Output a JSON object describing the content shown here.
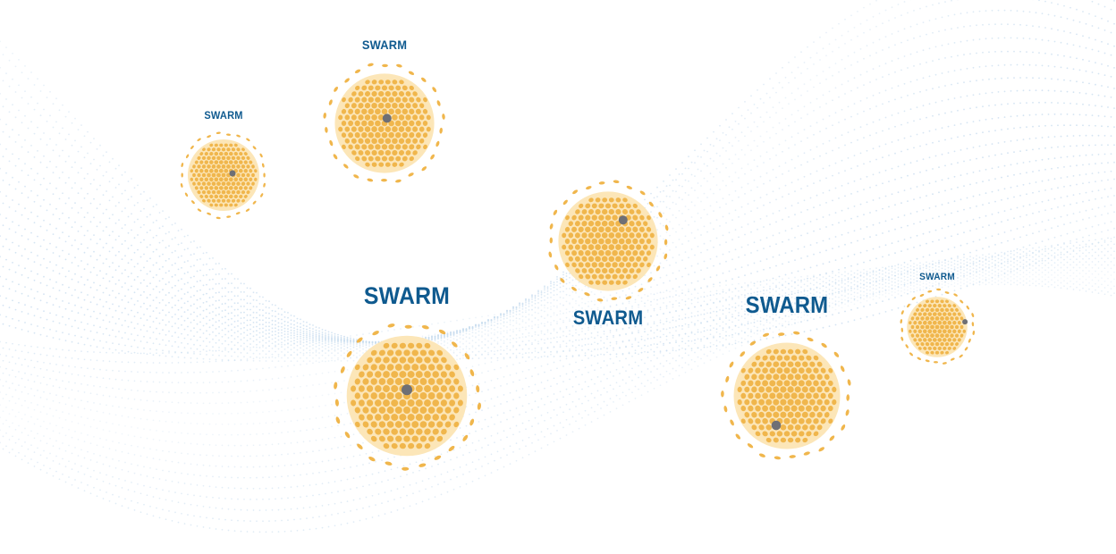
{
  "colors": {
    "background": "#ffffff",
    "wave_dots": "#c9ddef",
    "swarm_fill": "#f0b64c",
    "swarm_cell": "#e6a43b",
    "swarm_outline": "#fce6b8",
    "core_dot": "#6e6f75",
    "label": "#0f5a8f"
  },
  "swarms": [
    {
      "label": "SWARM",
      "icon": "swarm-sphere-icon"
    },
    {
      "label": "SWARM",
      "icon": "swarm-sphere-icon"
    },
    {
      "label": "SWARM",
      "icon": "swarm-sphere-icon"
    },
    {
      "label": "SWARM",
      "icon": "swarm-sphere-icon"
    },
    {
      "label": "SWARM",
      "icon": "swarm-sphere-icon"
    },
    {
      "label": "SWARM",
      "icon": "swarm-sphere-icon"
    }
  ]
}
